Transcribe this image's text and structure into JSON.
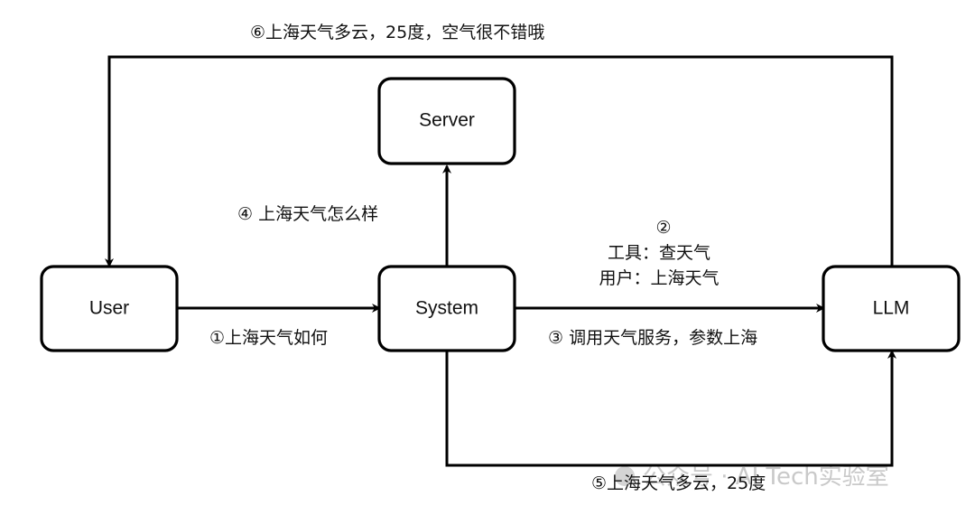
{
  "nodes": {
    "server": "Server",
    "user": "User",
    "system": "System",
    "llm": "LLM"
  },
  "edges": {
    "step1": "①上海天气如何",
    "step2_num": "②",
    "step2_tool": "工具：查天气",
    "step2_user": "用户：上海天气",
    "step3": "③ 调用天气服务，参数上海",
    "step4": "④ 上海天气怎么样",
    "step5": "⑤上海天气多云，25度",
    "step6": "⑥上海天气多云，25度，空气很不错哦"
  },
  "watermark": "公众号 · AI Tech实验室"
}
